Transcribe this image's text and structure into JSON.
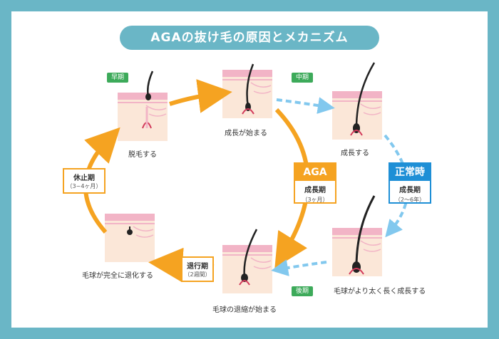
{
  "title": "AGAの抜け毛の原因とメカニズム",
  "tags": {
    "early": "早期",
    "mid": "中期",
    "late": "後期"
  },
  "captions": {
    "shed": "脱毛する",
    "growth_start": "成長が始まる",
    "growing": "成長する",
    "thick_growth": "毛球がより太く長く成長する",
    "retreat_start": "毛球の退縮が始まる",
    "full_retreat": "毛球が完全に退化する"
  },
  "labels": {
    "rest": {
      "main": "休止期",
      "sub": "（3~4ヶ月）"
    },
    "regress": {
      "main": "退行期",
      "sub": "（2週間）"
    }
  },
  "aga_box": {
    "head": "AGA",
    "main": "成長期",
    "sub": "（3ヶ月）"
  },
  "normal_box": {
    "head": "正常時",
    "main": "成長期",
    "sub": "（2～6年）"
  },
  "colors": {
    "teal": "#6ab6c6",
    "orange": "#f5a321",
    "blue": "#1e8fd6",
    "lightblue": "#82c8ee",
    "green": "#3daa5a",
    "skin": "#fbe7d8",
    "pink": "#f2b4c6"
  }
}
